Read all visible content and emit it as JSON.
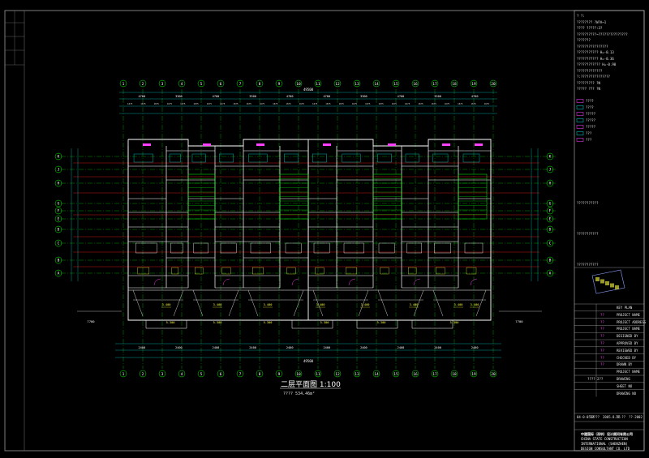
{
  "drawing": {
    "title": "二层平面图 1:100",
    "area_note": "???? 534.46m²",
    "axis_numbers_top": [
      "1",
      "2",
      "3",
      "4",
      "5",
      "6",
      "7",
      "8",
      "9",
      "10",
      "11",
      "12",
      "13",
      "14",
      "15",
      "16",
      "17",
      "18",
      "19",
      "20"
    ],
    "axis_letters_left": [
      "K",
      "J",
      "H",
      "G",
      "F",
      "E",
      "D",
      "C",
      "B",
      "A"
    ],
    "total_dim_top": "49500",
    "total_dim_bottom": "49500",
    "dims_top_row1": [
      "4700",
      "3300",
      "4700",
      "3300",
      "4700",
      "4700",
      "3300",
      "4700",
      "3300",
      "4700"
    ],
    "dims_bottom_row": [
      "2400",
      "2400",
      "2400",
      "2400",
      "2400",
      "2400",
      "2400",
      "2400",
      "2400",
      "2400"
    ],
    "level_marks": [
      "3.400",
      "3.400",
      "3.400",
      "3.400",
      "3.400",
      "3.400",
      "3.400",
      "3.400"
    ],
    "slab_dims": [
      "5.300",
      "5.300",
      "5.300",
      "5.300",
      "5.300",
      "5.300"
    ],
    "left_callout": "7700",
    "right_callout": "7700"
  },
  "title_block": {
    "rows_top": [
      "? ?:",
      "????????  ?W?A~1",
      "????  ?????:3?",
      "??????????~???????????????",
      "???????",
      "????????????????",
      "???????????  H=-0.13",
      "???????????  H=-0.36",
      "????????????  H=-0.90",
      "?????????????",
      "?:???????????????",
      "?????????  ?N",
      "????? ???  ?N"
    ],
    "legend": [
      "????",
      "????",
      "?????",
      "?????",
      "?????",
      "???",
      "???"
    ],
    "notes": [
      "???????????",
      "???????????",
      "???????????"
    ],
    "table_labels": [
      "KEY PLAN",
      "PROJECT NAME",
      "PROJECT ADDRESS",
      "PROJECT NAME",
      "DESIGNED BY",
      "APPROVED BY",
      "REVIEWED BY",
      "CHECKED BY",
      "DRAWN BY",
      "PROJECT NAME",
      "DRAWING",
      "SHEET NO",
      "DRAWING NO"
    ],
    "table_values": [
      "??",
      "??",
      "??",
      "??",
      "??",
      "??",
      "??",
      "??"
    ],
    "sheet_no": "????   2??",
    "footer": [
      "04-0-0514",
      "?????",
      "2005.8.26",
      "?? ??",
      "??-2002"
    ],
    "company_cn": "中建国际（深圳）设计顾问有限公司",
    "company_en1": "CHINA STATE CONSTRUCTION",
    "company_en2": "INTERNATIONAL (SHENZHEN)",
    "company_en3": "DESIGN CONSULTANT CO. LTD"
  },
  "colors": {
    "grid_axis": "#00ff00",
    "wall": "#ffffff",
    "red_line": "#ff2020",
    "dim": "#00d8d8",
    "magenta": "#ff40ff",
    "yellow": "#ffff40",
    "frame": "#9a9a9a"
  }
}
